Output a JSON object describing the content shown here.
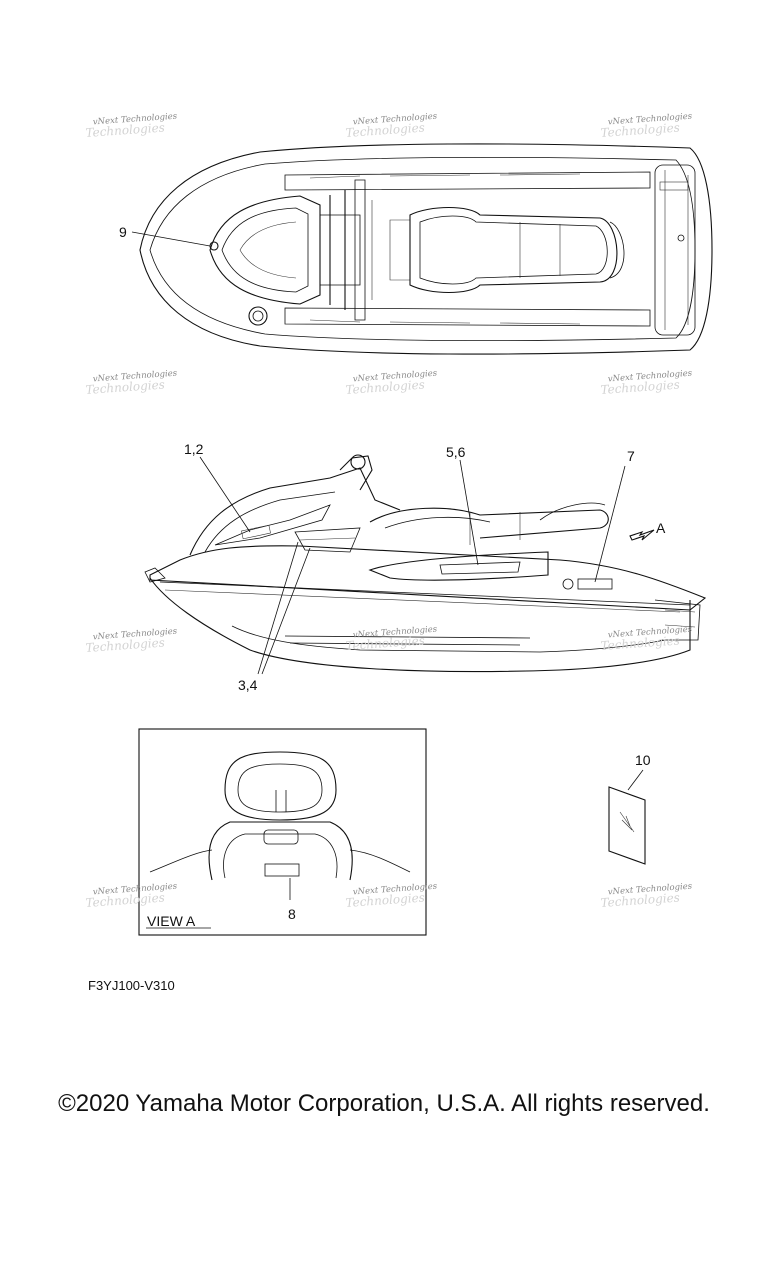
{
  "callouts": {
    "c9": "9",
    "c12": "1,2",
    "c56": "5,6",
    "c7": "7",
    "c34": "3,4",
    "c10": "10",
    "c8": "8",
    "arrowA": "A"
  },
  "view_a_label": "VIEW A",
  "watermark": {
    "line1": "vNext Technologies",
    "line2": "Technologies"
  },
  "drawing_code": "F3YJ100-V310",
  "copyright": "©2020 Yamaha Motor Corporation, U.S.A. All rights reserved."
}
